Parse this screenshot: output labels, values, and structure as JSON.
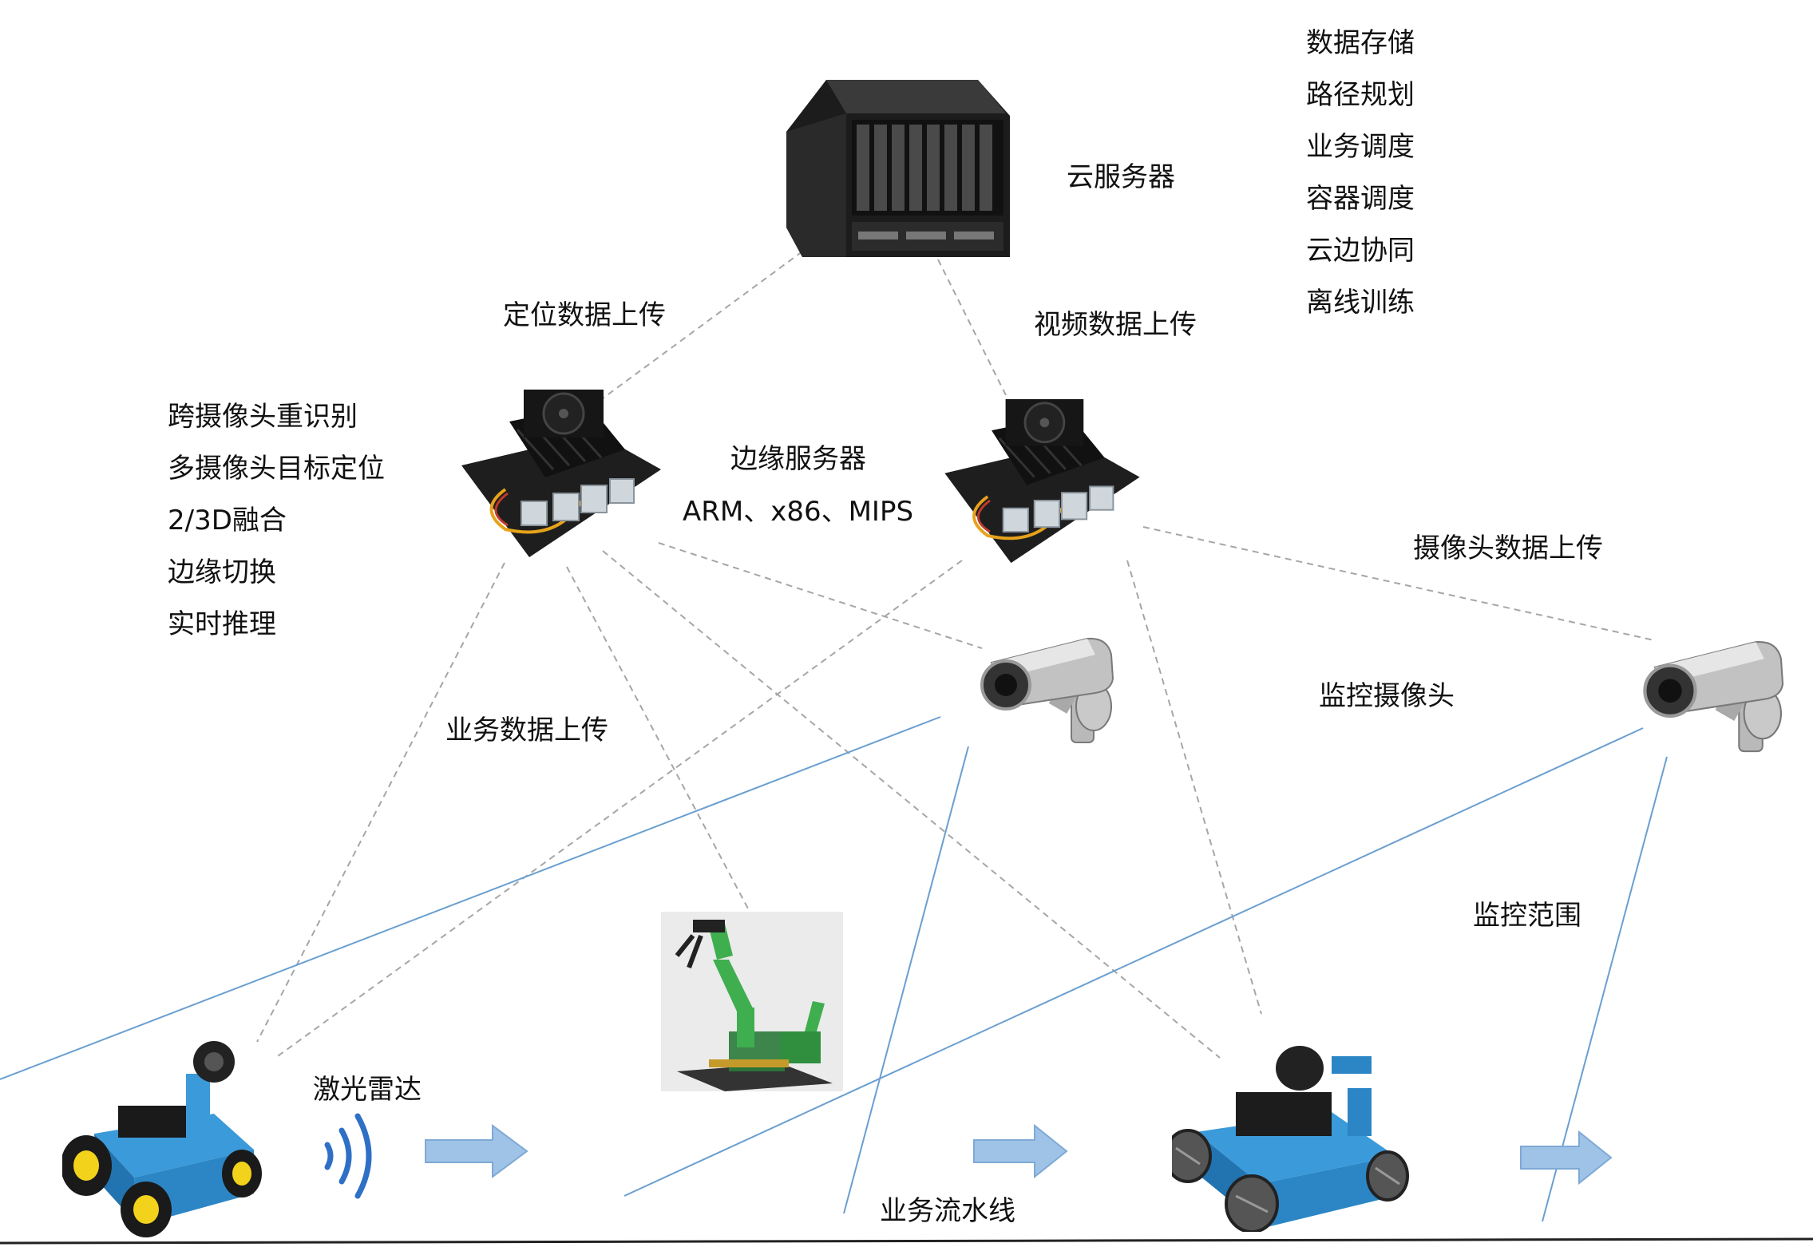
{
  "labels": {
    "cloud_server": "云服务器",
    "location_upload": "定位数据上传",
    "video_upload": "视频数据上传",
    "edge_server": "边缘服务器",
    "edge_arch": "ARM、x86、MIPS",
    "camera_upload": "摄像头数据上传",
    "surveillance_camera": "监控摄像头",
    "business_upload": "业务数据上传",
    "monitor_range": "监控范围",
    "lidar": "激光雷达",
    "pipeline": "业务流水线"
  },
  "cloud_functions": [
    "数据存储",
    "路径规划",
    "业务调度",
    "容器调度",
    "云边协同",
    "离线训练"
  ],
  "edge_functions": [
    "跨摄像头重识别",
    "多摄像头目标定位",
    "2/3D融合",
    "边缘切换",
    "实时推理"
  ],
  "colors": {
    "dashed_link": "#a6a6a6",
    "monitor_line": "#6a9fd0",
    "arrow_fill": "#9fc3e6",
    "arrow_stroke": "#7ea9d6",
    "lidar_waves": "#2f6fc6",
    "ground_line": "#222222"
  },
  "icons": [
    "cloud-server-icon",
    "edge-board-icon",
    "surveillance-camera-icon",
    "robot-car-icon",
    "robot-arm-icon",
    "lidar-wave-icon",
    "flow-arrow-icon"
  ]
}
